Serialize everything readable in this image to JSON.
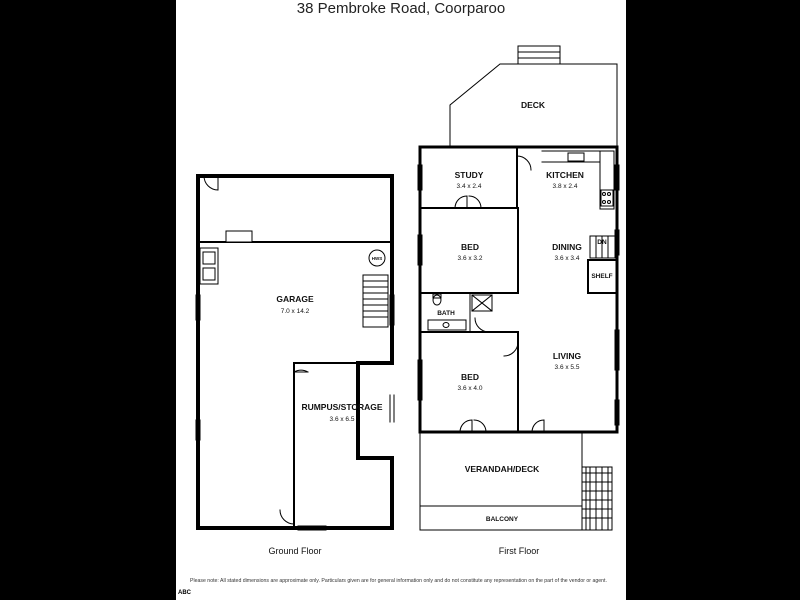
{
  "title": "38 Pembroke Road, Coorparoo",
  "rooms": {
    "deck": {
      "name": "DECK"
    },
    "study": {
      "name": "STUDY",
      "size": "3.4 x 2.4"
    },
    "kitchen": {
      "name": "KITCHEN",
      "size": "3.8 x 2.4"
    },
    "bed1": {
      "name": "BED",
      "size": "3.6 x 3.2"
    },
    "dining": {
      "name": "DINING",
      "size": "3.6 x 3.4"
    },
    "bath": {
      "name": "BATH"
    },
    "shelf": {
      "name": "SHELF"
    },
    "dn": {
      "name": "DN"
    },
    "bed2": {
      "name": "BED",
      "size": "3.6 x 4.0"
    },
    "living": {
      "name": "LIVING",
      "size": "3.6 x 5.5"
    },
    "verandah": {
      "name": "VERANDAH/DECK"
    },
    "balcony": {
      "name": "BALCONY"
    },
    "garage": {
      "name": "GARAGE",
      "size": "7.0 x 14.2"
    },
    "rumpus": {
      "name": "RUMPUS/STORAGE",
      "size": "3.6 x 6.5"
    },
    "hws": {
      "name": "HWS"
    }
  },
  "floors": {
    "ground": "Ground Floor",
    "first": "First Floor"
  },
  "disclaimer": "Please note: All stated dimensions are approximate only. Particulars given are for general information only and do not constitute any representation on the part of the vendor or agent.",
  "logo": "ABC"
}
